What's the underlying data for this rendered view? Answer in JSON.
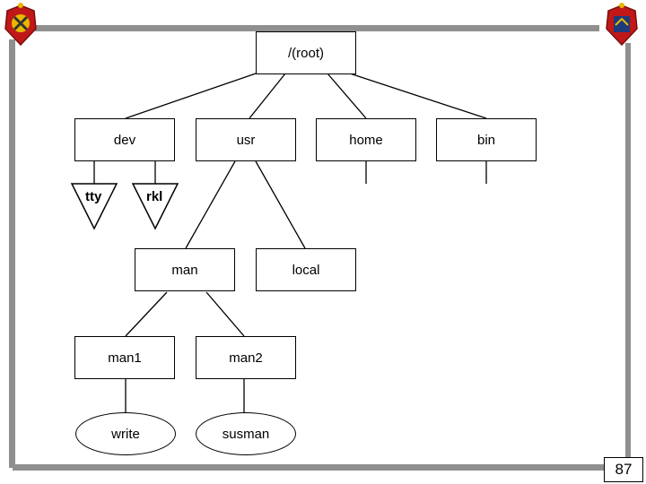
{
  "diagram": {
    "root": "/(root)",
    "level1": [
      "dev",
      "usr",
      "home",
      "bin"
    ],
    "dev_children": [
      "tty",
      "rkl"
    ],
    "usr_children": [
      "man",
      "local"
    ],
    "man_children": [
      "man1",
      "man2"
    ],
    "leaves": [
      "write",
      "susman"
    ]
  },
  "slide": {
    "page_number": "87"
  },
  "colors": {
    "frame": "#8f8f8f",
    "emblem_red": "#c01818",
    "emblem_gold": "#e8b800"
  }
}
